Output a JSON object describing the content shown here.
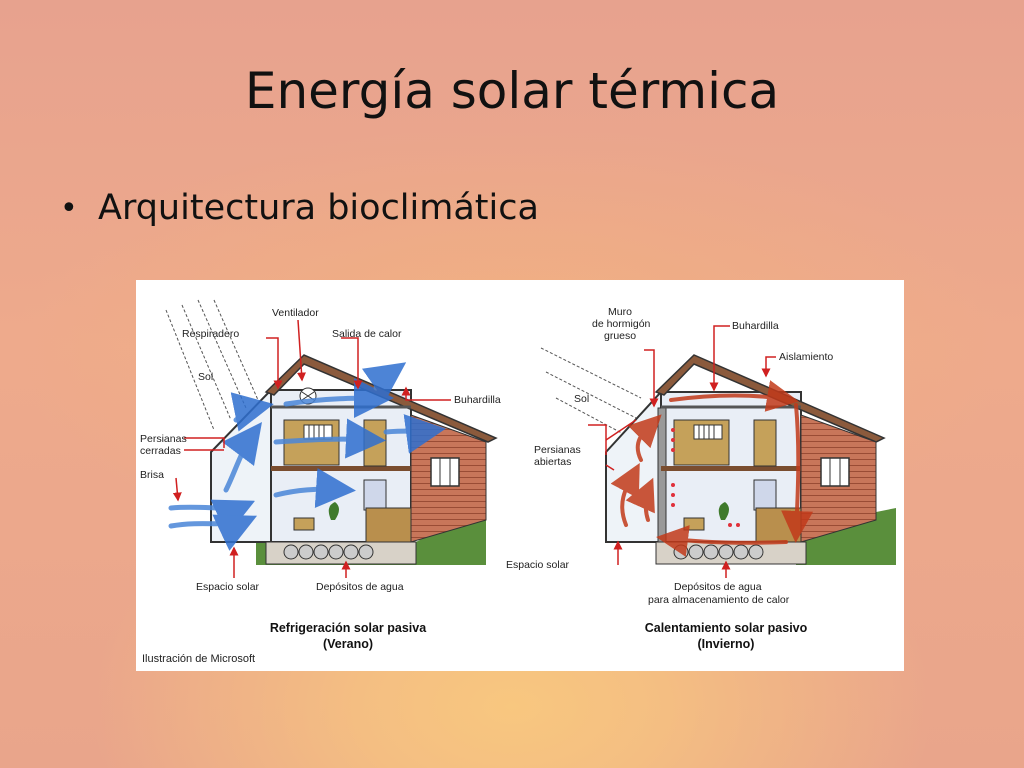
{
  "slide": {
    "title": "Energía solar térmica",
    "bullets": [
      "Arquitectura bioclimática"
    ]
  },
  "figure": {
    "summer": {
      "labels": {
        "ventilador": "Ventilador",
        "respiradero": "Respiradero",
        "salida_calor": "Salida de calor",
        "sol": "Sol",
        "buhardilla": "Buhardilla",
        "persianas_1": "Persianas",
        "persianas_2": "cerradas",
        "brisa": "Brisa",
        "espacio_solar": "Espacio solar",
        "depositos": "Depósitos de agua"
      },
      "caption_1": "Refrigeración solar pasiva",
      "caption_2": "(Verano)"
    },
    "winter": {
      "labels": {
        "muro_1": "Muro",
        "muro_2": "de hormigón",
        "muro_3": "grueso",
        "buhardilla": "Buhardilla",
        "aislamiento": "Aislamiento",
        "sol": "Sol",
        "persianas_1": "Persianas",
        "persianas_2": "abiertas",
        "espacio_solar": "Espacio solar",
        "depositos_1": "Depósitos de agua",
        "depositos_2": "para almacenamiento de calor"
      },
      "caption_1": "Calentamiento solar pasivo",
      "caption_2": "(Invierno)"
    },
    "credit": "Ilustración de Microsoft"
  }
}
